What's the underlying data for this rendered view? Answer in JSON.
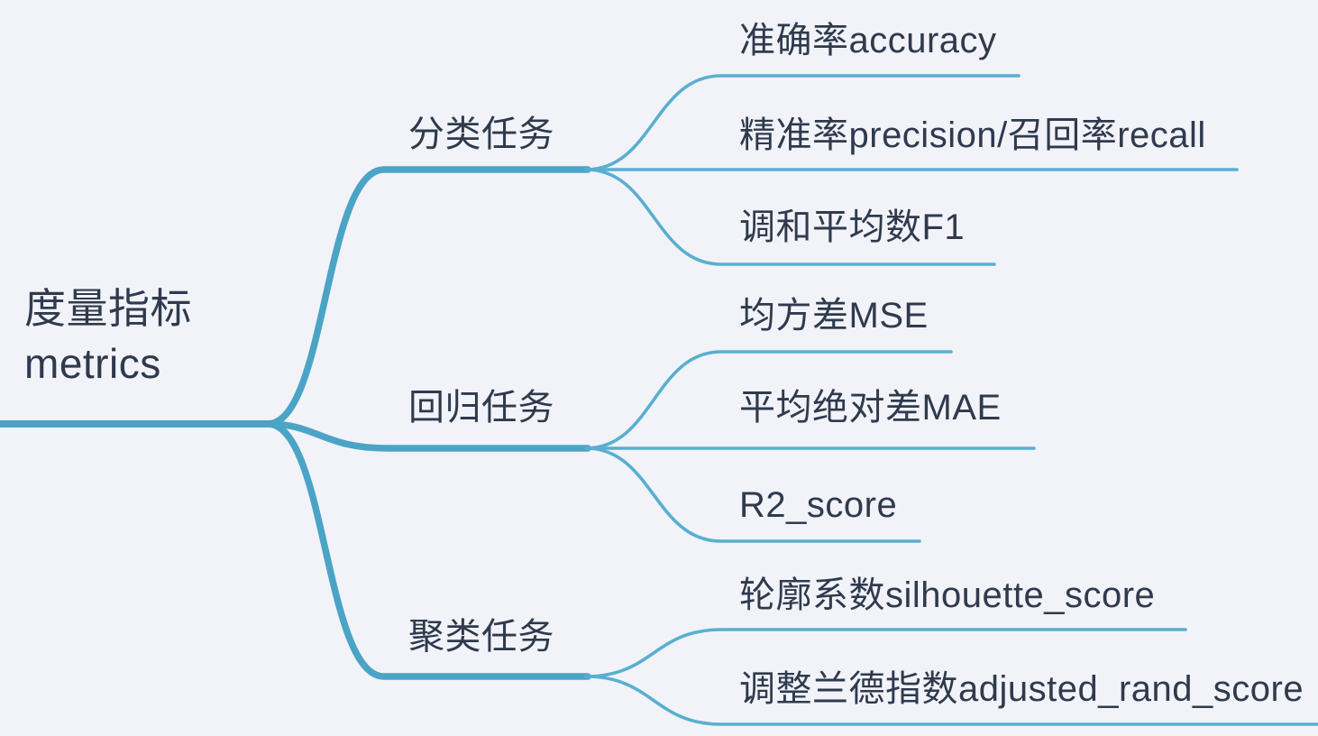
{
  "colors": {
    "background": "#f2f3f8",
    "branch_line": "#4ba4c6",
    "leaf_line": "#58afd0",
    "text": "#2f3a4e"
  },
  "root": {
    "title": "度量指标",
    "subtitle": "metrics"
  },
  "branches": [
    {
      "label": "分类任务",
      "children": [
        "准确率accuracy",
        "精准率precision/召回率recall",
        "调和平均数F1"
      ]
    },
    {
      "label": "回归任务",
      "children": [
        "均方差MSE",
        "平均绝对差MAE",
        "R2_score"
      ]
    },
    {
      "label": "聚类任务",
      "children": [
        "轮廓系数silhouette_score",
        "调整兰德指数adjusted_rand_score"
      ]
    }
  ]
}
